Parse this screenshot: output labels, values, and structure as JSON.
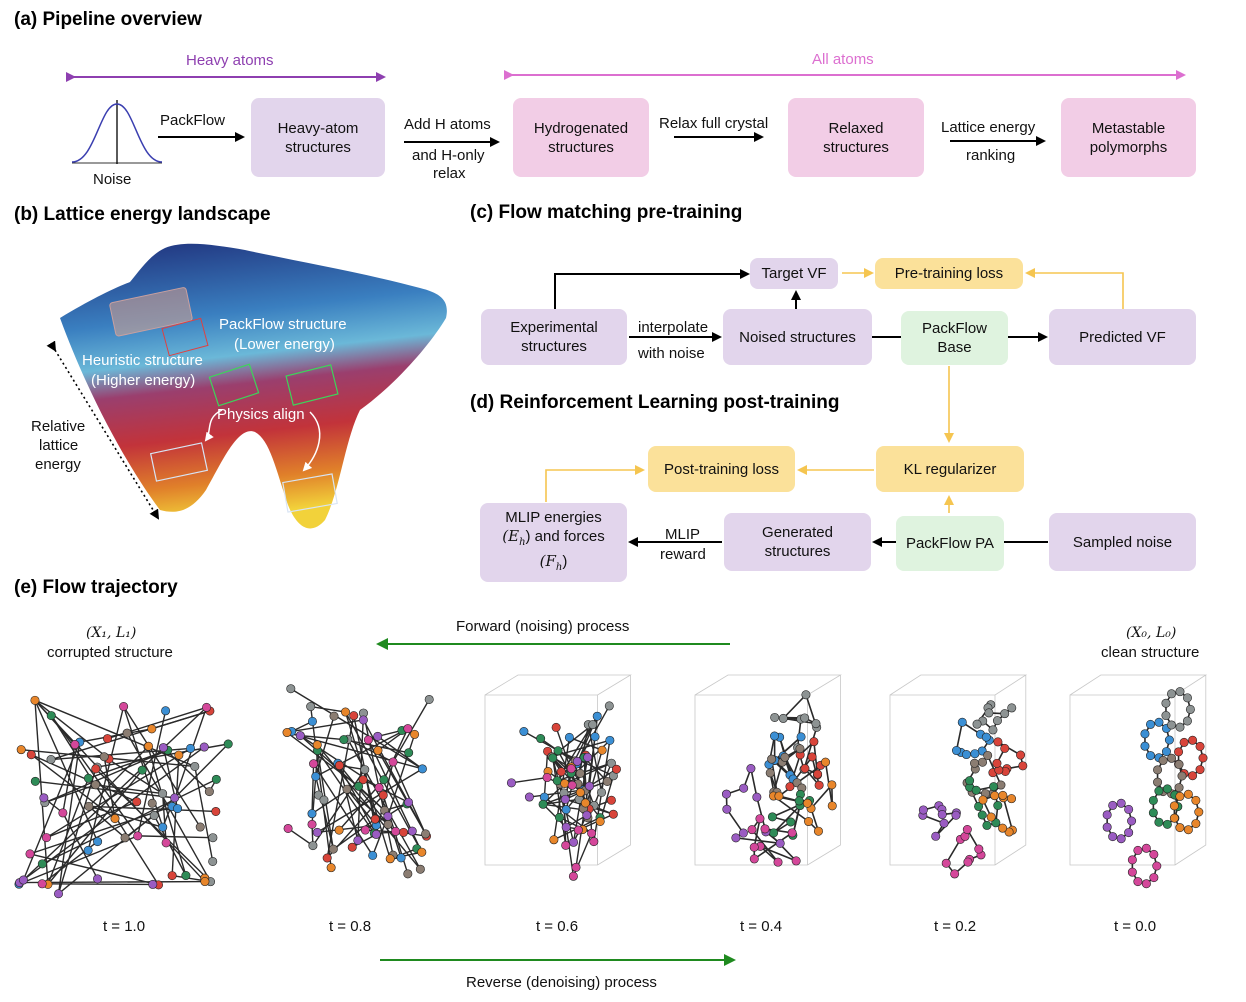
{
  "panel_a": {
    "title": "(a) Pipeline overview",
    "heavy_atoms": "Heavy atoms",
    "all_atoms": "All atoms",
    "noise_label": "Noise",
    "arrow1": "PackFlow",
    "box1": "Heavy-atom structures",
    "arrow2_line1": "Add H atoms",
    "arrow2_line2": "and H-only",
    "arrow2_line3": "relax",
    "box2": "Hydrogenated structures",
    "arrow3": "Relax full crystal",
    "box3": "Relaxed structures",
    "arrow4_line1": "Lattice energy",
    "arrow4_line2": "ranking",
    "box4": "Metastable polymorphs",
    "colors": {
      "heavy": "#8e3fb0",
      "all": "#dc6fd0",
      "lavender": "#e2d5ec",
      "pink": "#f2cde6"
    }
  },
  "panel_b": {
    "title": "(b) Lattice energy landscape",
    "packflow_line1": "PackFlow structure",
    "packflow_line2": "(Lower energy)",
    "heuristic_line1": "Heuristic structure",
    "heuristic_line2": "(Higher energy)",
    "physics_align": "Physics align",
    "axis_line1": "Relative",
    "axis_line2": "lattice",
    "axis_line3": "energy"
  },
  "panel_c": {
    "title": "(c) Flow matching pre-training",
    "experimental": "Experimental structures",
    "interpolate_line1": "interpolate",
    "interpolate_line2": "with noise",
    "noised": "Noised structures",
    "target_vf": "Target VF",
    "pretraining_loss": "Pre-training loss",
    "packflow_base": "PackFlow Base",
    "predicted_vf": "Predicted VF"
  },
  "panel_d": {
    "title": "(d) Reinforcement Learning post-training",
    "post_training_loss": "Post-training loss",
    "kl_regularizer": "KL regularizer",
    "mlip_line1": "MLIP energies",
    "mlip_line2_a": "(E",
    "mlip_line2_sub": "h",
    "mlip_line2_b": ") and forces",
    "mlip_line3_a": "(F",
    "mlip_line3_sub": "h",
    "mlip_line3_b": ")",
    "reward_line1": "MLIP",
    "reward_line2": "reward",
    "generated": "Generated structures",
    "packflow_pa": "PackFlow PA",
    "sampled_noise": "Sampled noise"
  },
  "panel_e": {
    "title": "(e) Flow trajectory",
    "left_math": "(X₁, L₁)",
    "left_label": "corrupted structure",
    "right_math": "(X₀, L₀)",
    "right_label": "clean structure",
    "forward": "Forward (noising) process",
    "reverse": "Reverse (denoising) process",
    "timesteps": [
      "t = 1.0",
      "t = 0.8",
      "t = 0.6",
      "t = 0.4",
      "t = 0.2",
      "t = 0.0"
    ],
    "atom_colors": [
      "#3b8fd4",
      "#8d9393",
      "#d8443a",
      "#8b7d72",
      "#2e8b57",
      "#e8862b",
      "#9a5cc2",
      "#d4479a"
    ],
    "arrow_color": "#1f8a1f"
  }
}
